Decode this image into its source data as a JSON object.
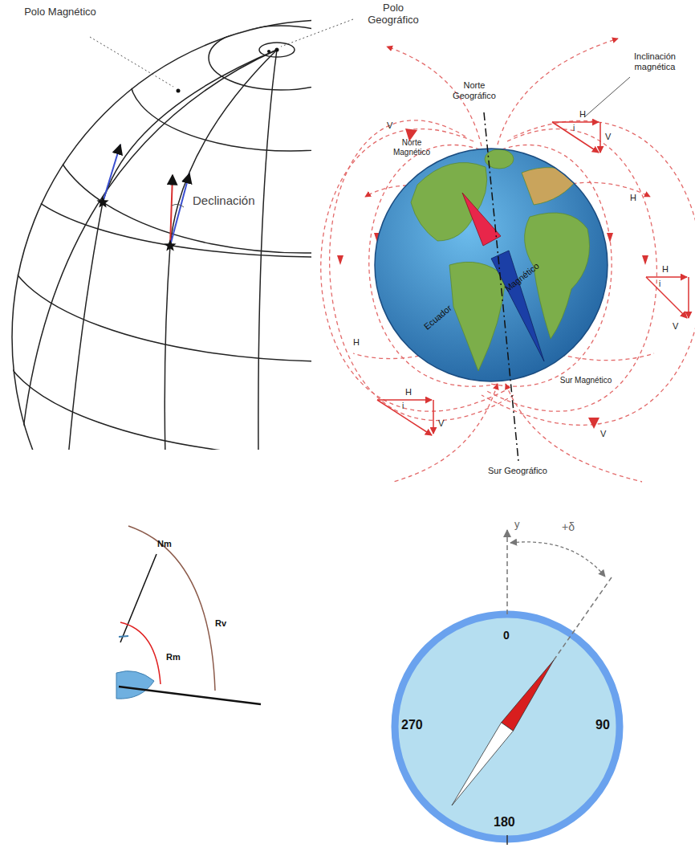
{
  "diagram": {
    "labels": [
      "Polo Magnético",
      "Polo Geográfico",
      "Declinación",
      "Norte Geográfico",
      "Inclinación magnética",
      "Norte Magnético",
      "V",
      "i",
      "H",
      "V",
      "H",
      "H",
      "i",
      "V",
      "H",
      "H",
      "i",
      "V",
      "Magnético",
      "Ecuador",
      "Sur Magnético",
      "V",
      "Sur Geográfico",
      "Nm",
      "Rv",
      "Rm",
      "0",
      "270",
      "90",
      "180",
      "+δ",
      "y"
    ]
  }
}
